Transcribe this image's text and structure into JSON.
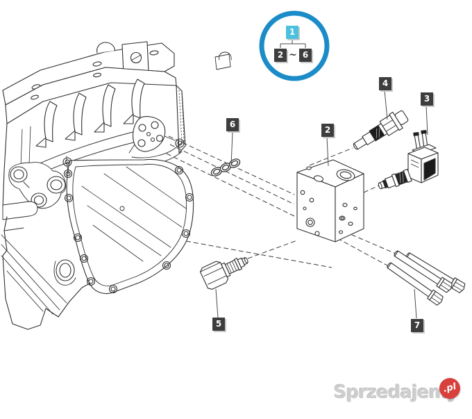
{
  "diagram": {
    "callout_group": {
      "label": "1",
      "from": "2",
      "tilde": "~",
      "to": "6"
    },
    "part_labels": [
      {
        "id": "p2",
        "label": "2"
      },
      {
        "id": "p3",
        "label": "3"
      },
      {
        "id": "p4",
        "label": "4"
      },
      {
        "id": "p5",
        "label": "5"
      },
      {
        "id": "p6",
        "label": "6"
      },
      {
        "id": "p7",
        "label": "7"
      }
    ]
  },
  "watermark": {
    "brand": "Sprzedajemy",
    "tld": ".pl"
  },
  "colors": {
    "highlight_circle_blue": "#1b8cc8",
    "group_label_cyan": "#4cc0de",
    "part_label_bg": "#3d3d3d",
    "badge_red": "#d8403c",
    "line_art": "#2e2e2e"
  }
}
